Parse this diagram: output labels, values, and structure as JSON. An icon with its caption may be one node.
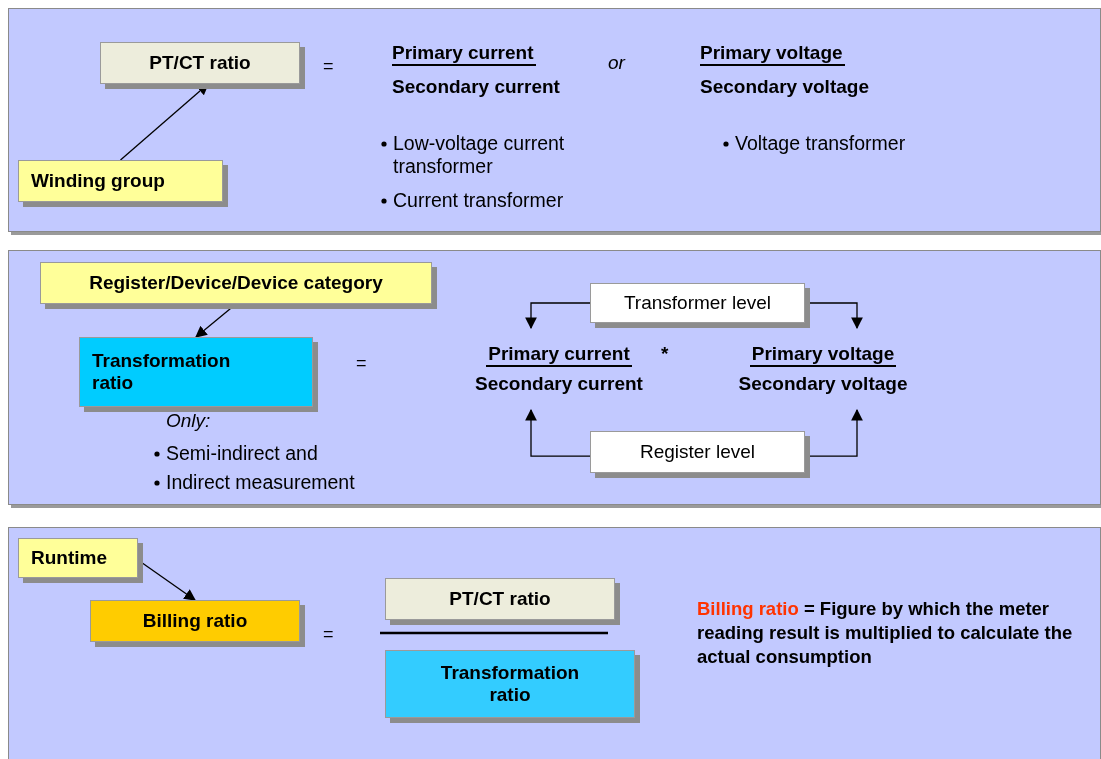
{
  "diagram": {
    "nodes": [
      {
        "text": [
          "PT/CT ratio"
        ]
      },
      {
        "text": [
          "Winding group"
        ]
      },
      {
        "text": [
          "Register/Device/Device category"
        ]
      },
      {
        "text": [
          "Transformation ratio"
        ]
      },
      {
        "text": [
          "Transformer level"
        ]
      },
      {
        "text": [
          "Register level"
        ]
      },
      {
        "text": [
          "Primary current",
          "Secondary current"
        ]
      },
      {
        "text": [
          "Primary voltage",
          "Secondary voltage"
        ]
      },
      {
        "text": [
          "Runtime"
        ]
      },
      {
        "text": [
          "Billing ratio"
        ]
      },
      {
        "text": [
          "PT/CT ratio"
        ]
      },
      {
        "text": [
          "Transformation ratio"
        ]
      }
    ],
    "edges": [
      {
        "from": 1,
        "to": 0,
        "arrow": "to"
      },
      {
        "from": 2,
        "to": 3,
        "arrow": "to"
      },
      {
        "from": 4,
        "to": 6,
        "arrow": "to"
      },
      {
        "from": 4,
        "to": 7,
        "arrow": "to"
      },
      {
        "from": 5,
        "to": 6,
        "arrow": "to"
      },
      {
        "from": 5,
        "to": 7,
        "arrow": "to"
      },
      {
        "from": 8,
        "to": 9,
        "arrow": "to"
      }
    ],
    "labels": [
      "=",
      "Primary current",
      "or",
      "Primary voltage",
      "Secondary current",
      "Secondary voltage",
      "Low-voltage current transformer",
      "Voltage transformer",
      "Current transformer",
      "=",
      "*",
      "Only:",
      "Semi-indirect and",
      "Indirect measurement",
      "=",
      "Billing ratio",
      "= Figure by which the meter reading result is multiplied to calculate the actual consumption"
    ]
  }
}
